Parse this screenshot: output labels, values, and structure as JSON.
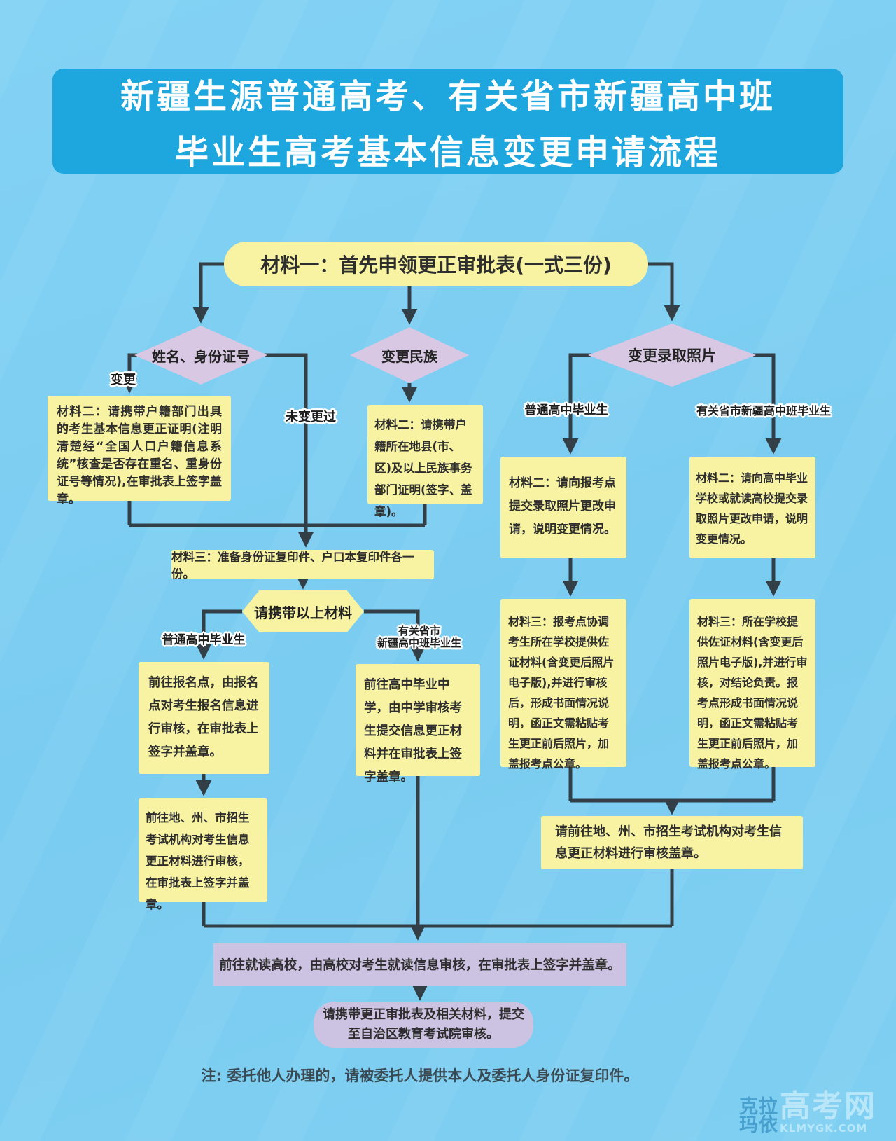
{
  "colors": {
    "background": "#7ccdf1",
    "title_bg": "#1ea7de",
    "box_yellow": "#f7f3a2",
    "diamond_purple": "#d8c8e3",
    "purple_box": "#ccc2e1",
    "line": "#333f47"
  },
  "title": {
    "line1": "新疆生源普通高考、有关省市新疆高中班",
    "line2": "毕业生高考基本信息变更申请流程"
  },
  "flow": {
    "mat1": "材料一：首先申领更正审批表(一式三份)",
    "decision_name_id": "姓名、身份证号",
    "decision_ethnic": "变更民族",
    "decision_photo": "变更录取照片",
    "mat2_household": "材料二：请携带户籍部门出具的考生基本信息更正证明(注明清楚经“全国人口户籍信息系统”核查是否存在重名、重身份证号等情况),在审批表上签字盖章。",
    "mat2_ethnic": "材料二：请携带户籍所在地县(市、区)及以上民族事务部门证明(签字、盖章)。",
    "mat2_photo_regular": "材料二：请向报考点提交录取照片更改申请，说明变更情况。",
    "mat2_photo_xinjiang": "材料二：请向高中毕业学校或就读高校提交录取照片更改申请，说明变更情况。",
    "mat3_copies": "材料三：准备身份证复印件、户口本复印件各一份。",
    "hex_bring": "请携带以上材料",
    "mat3_photo_regular": "材料三：报考点协调考生所在学校提供佐证材料(含变更后照片电子版),并进行审核后，形成书面情况说明，函正文需粘贴考生更正前后照片，加盖报考点公章。",
    "mat3_photo_xinjiang": "材料三：所在学校提供佐证材料(含变更后照片电子版),并进行审核，对结论负责。报考点形成书面情况说明，函正文需粘贴考生更正前后照片，加盖报考点公章。",
    "step_regular_site": "前往报名点，由报名点对考生报名信息进行审核，在审批表上签字并盖章。",
    "step_xinjiang_school": "前往高中毕业中学，由中学审核考生提交信息更正材料并在审批表上签字盖章。",
    "step_prefecture": "前往地、州、市招生考试机构对考生信息更正材料进行审核，在审批表上签字并盖章。",
    "step_prefecture_photo": "请前往地、州、市招生考试机构对考生信息更正材料进行审核盖章。",
    "step_university": "前往就读高校，由高校对考生就读信息审核，在审批表上签字并盖章。",
    "step_submit": "请携带更正审批表及相关材料，提交至自治区教育考试院审核。"
  },
  "labels": {
    "changed": "变更",
    "not_changed": "未变更过",
    "regular_grad": "普通高中毕业生",
    "xinjiang_grad": "有关省市新疆高中班毕业生",
    "xinjiang_grad_l1": "有关省市",
    "xinjiang_grad_l2": "新疆高中班毕业生"
  },
  "note": "注: 委托他人办理的，请被委托人提供本人及委托人身份证复印件。",
  "watermark": {
    "name_line1": "克拉",
    "name_line2": "玛依",
    "site": "高考网",
    "url": "KLMYGK.COM"
  }
}
